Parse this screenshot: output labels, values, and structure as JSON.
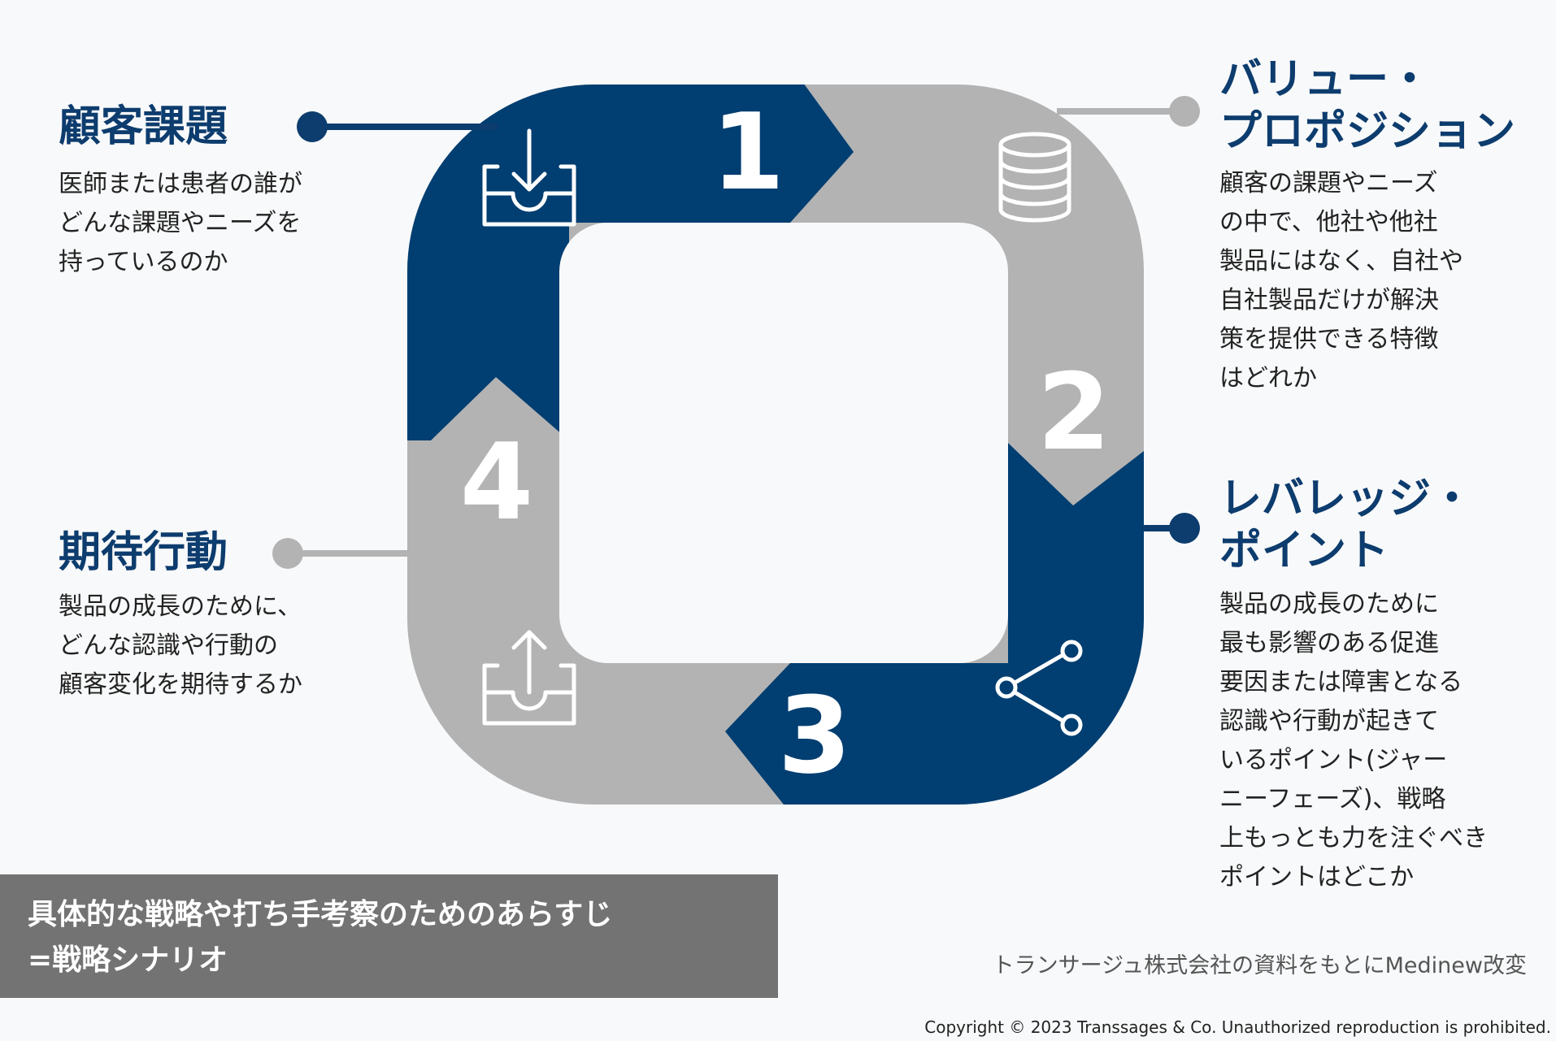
{
  "colors": {
    "navy": "#013e71",
    "gray": "#b3b3b3",
    "inner": "#f8f9fa",
    "banner": "#737373"
  },
  "steps": [
    {
      "number": "1",
      "title": "顧客課題",
      "description": "医師または患者の誰が\nどんな課題やニーズを\n持っているのか",
      "icon": "inbox-download-icon",
      "segment_color": "navy"
    },
    {
      "number": "2",
      "title": "バリュー・\nプロポジション",
      "description": "顧客の課題やニーズ\nの中で、他社や他社\n製品にはなく、自社や\n自社製品だけが解決\n策を提供できる特徴\nはどれか",
      "icon": "database-icon",
      "segment_color": "gray"
    },
    {
      "number": "3",
      "title": "レバレッジ・\nポイント",
      "description": "製品の成長のために\n最も影響のある促進\n要因または障害となる\n認識や行動が起きて\nいるポイント(ジャー\nニーフェーズ)、戦略\n上もっとも力を注ぐべき\nポイントはどこか",
      "icon": "share-icon",
      "segment_color": "navy"
    },
    {
      "number": "4",
      "title": "期待行動",
      "description": "製品の成長のために、\nどんな認識や行動の\n顧客変化を期待するか",
      "icon": "inbox-upload-icon",
      "segment_color": "gray"
    }
  ],
  "banner": "具体的な戦略や打ち手考察のためのあらすじ\n=戦略シナリオ",
  "source": "トランサージュ株式会社の資料をもとにMedinew改変",
  "copyright": "Copyright © 2023 Transsages & Co.  Unauthorized reproduction is prohibited."
}
